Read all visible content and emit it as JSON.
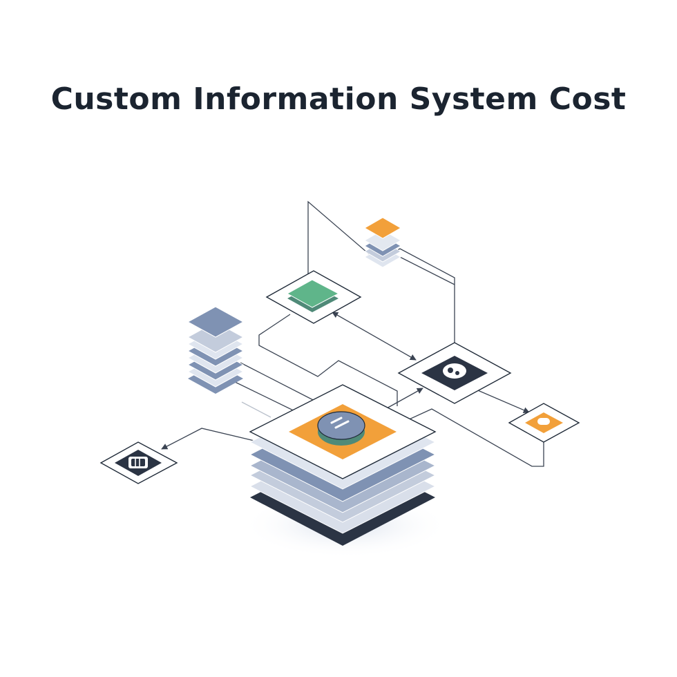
{
  "title": "Custom Information System Cost",
  "colors": {
    "ink": "#1f2a38",
    "orange": "#f2a03a",
    "green": "#5fb58a",
    "slate_blue": "#7f92b3",
    "pale_blue": "#c8d2e3",
    "navy": "#2b3444",
    "line": "#3a4352",
    "background": "#ffffff"
  },
  "nodes": [
    {
      "id": "central-platform",
      "icon": "core-chip-icon"
    },
    {
      "id": "document-card-node",
      "icon": "document-stack-icon"
    },
    {
      "id": "server-stack-left",
      "icon": "server-stack-icon"
    },
    {
      "id": "small-stack-top",
      "icon": "orange-stack-icon"
    },
    {
      "id": "analytics-card-node",
      "icon": "dark-widget-icon"
    },
    {
      "id": "orange-card-node",
      "icon": "orange-tag-icon"
    },
    {
      "id": "terminal-card-node",
      "icon": "terminal-icon"
    }
  ]
}
